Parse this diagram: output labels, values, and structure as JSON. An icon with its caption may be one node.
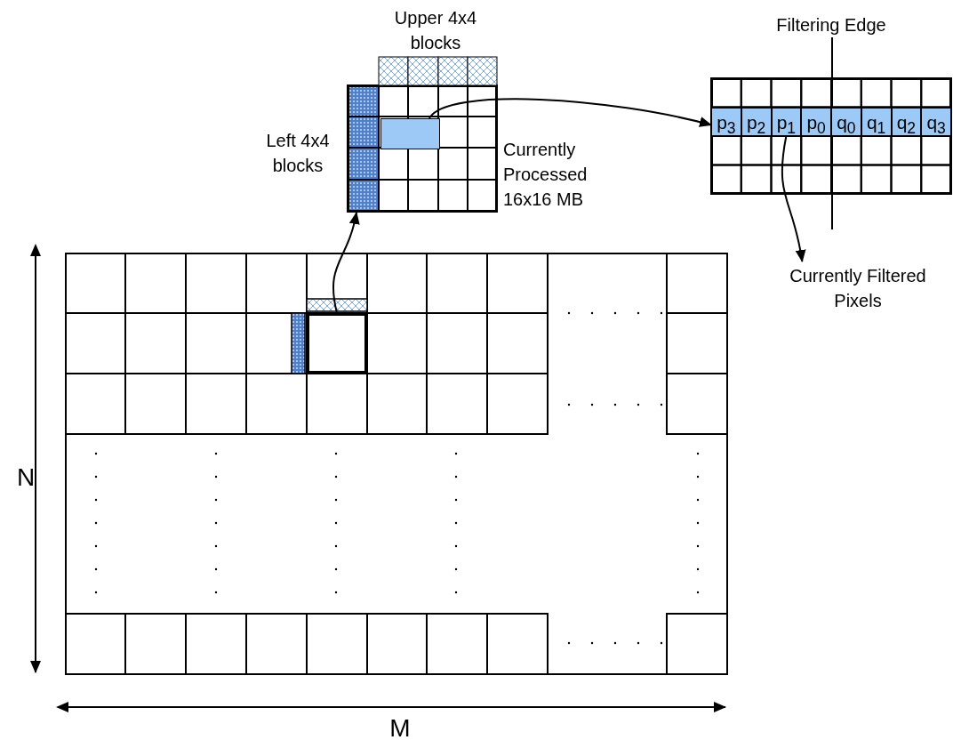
{
  "diagram": {
    "nodes": [
      {
        "text": [],
        "shape": "box"
      },
      {
        "text": [],
        "shape": "box",
        "beside": [
          "Currently Processed 16x16 MB"
        ]
      },
      {
        "text": [],
        "shape": "box",
        "in": 1
      },
      {
        "text": [],
        "shape": "box"
      },
      {
        "text": [
          "p$_{3}$"
        ],
        "in": 3
      },
      {
        "text": [
          "p$_{2}$"
        ],
        "in": 3
      },
      {
        "text": [
          "p$_{1}$"
        ],
        "in": 3
      },
      {
        "text": [
          "p$_{0}$"
        ],
        "in": 3
      },
      {
        "text": [
          "q$_{0}$"
        ],
        "in": 3
      },
      {
        "text": [
          "q$_{1}$"
        ],
        "in": 3
      },
      {
        "text": [
          "q$_{2}$"
        ],
        "in": 3
      },
      {
        "text": [
          "q$_{3}$"
        ],
        "in": 3
      },
      {
        "text": [
          "Currently Filtered Pixels"
        ]
      }
    ],
    "edges": [
      {
        "from": 0,
        "to": 1,
        "arrow": "to"
      },
      {
        "from": 2,
        "to": 3,
        "arrow": "to"
      },
      {
        "from": 6,
        "to": 12,
        "arrow": "to"
      }
    ],
    "labels": [
      "Upper 4x4 blocks",
      "Filtering Edge",
      "Left 4x4 blocks",
      "N",
      "M"
    ]
  }
}
